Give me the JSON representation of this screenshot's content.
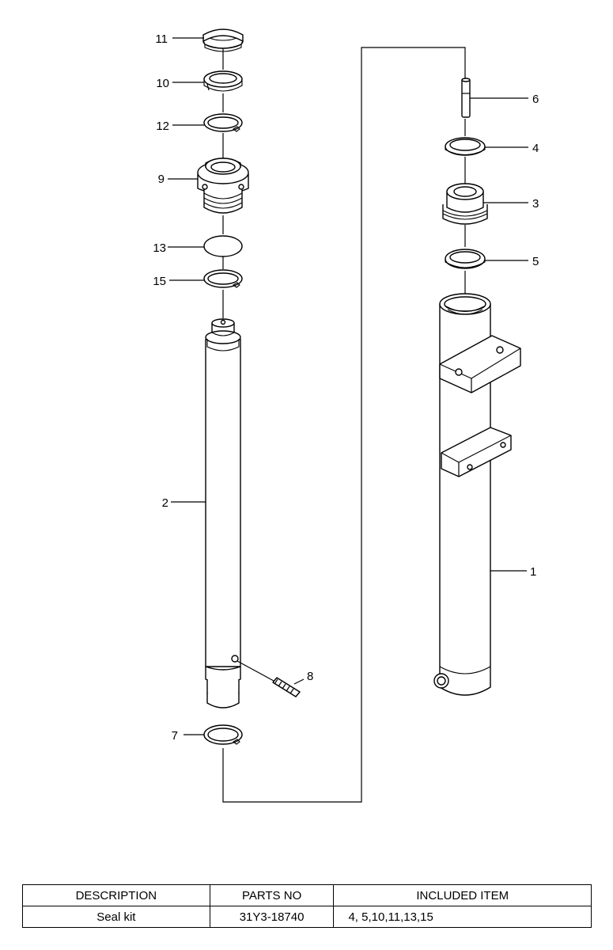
{
  "callouts": {
    "p1": "1",
    "p2": "2",
    "p3": "3",
    "p4": "4",
    "p5": "5",
    "p6": "6",
    "p7": "7",
    "p8": "8",
    "p9": "9",
    "p10": "10",
    "p11": "11",
    "p12": "12",
    "p13": "13",
    "p15": "15"
  },
  "table": {
    "headers": [
      "DESCRIPTION",
      "PARTS NO",
      "INCLUDED ITEM"
    ],
    "rows": [
      [
        "Seal kit",
        "31Y3-18740",
        "4, 5,10,11,13,15"
      ]
    ]
  }
}
